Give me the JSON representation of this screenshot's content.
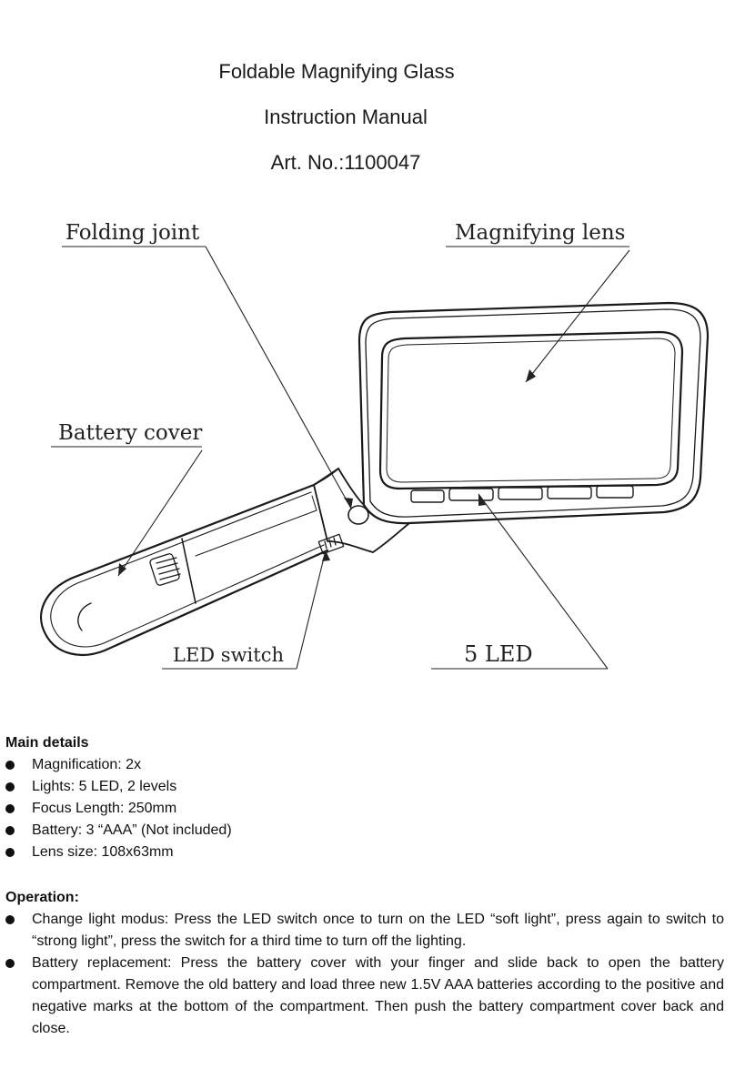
{
  "header": {
    "title": "Foldable Magnifying Glass",
    "subtitle": "Instruction Manual",
    "article_number": "Art. No.:1100047"
  },
  "diagram": {
    "labels": {
      "folding_joint": "Folding joint",
      "magnifying_lens": "Magnifying lens",
      "battery_cover": "Battery cover",
      "led_switch": "LED switch",
      "five_led": "5 LED"
    }
  },
  "main_details": {
    "heading": "Main details",
    "items": [
      "Magnification: 2x",
      "Lights: 5 LED, 2 levels",
      "Focus Length: 250mm",
      "Battery: 3 “AAA” (Not included)",
      "Lens size: 108x63mm"
    ]
  },
  "operation": {
    "heading": "Operation:",
    "items": [
      "Change light modus: Press the LED switch once to turn on the LED “soft light”, press again to switch to “strong light”, press the switch for a third time to turn off the lighting.",
      "Battery replacement: Press the battery cover with your finger and slide back to open the battery compartment. Remove the old battery and load three new 1.5V AAA batteries according to the positive and negative marks at the bottom of the compartment. Then push the battery compartment cover back and close."
    ]
  }
}
